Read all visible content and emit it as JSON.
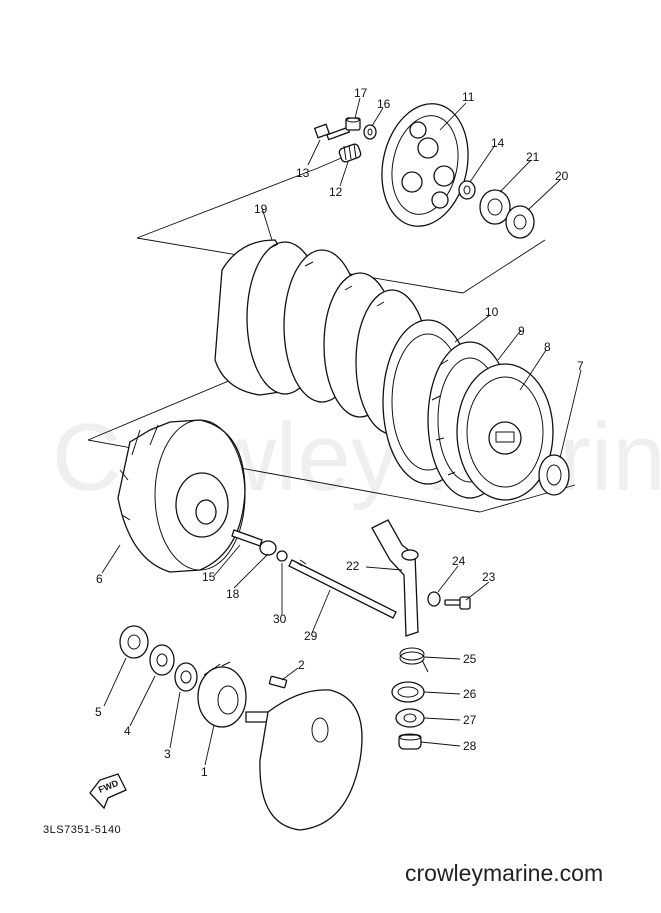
{
  "diagram": {
    "callouts": [
      "1",
      "2",
      "3",
      "4",
      "5",
      "6",
      "7",
      "8",
      "9",
      "10",
      "11",
      "12",
      "13",
      "14",
      "15",
      "16",
      "17",
      "18",
      "19",
      "20",
      "21",
      "22",
      "23",
      "24",
      "25",
      "26",
      "27",
      "28",
      "29",
      "30"
    ],
    "drawing_code": "3LS7351-5140",
    "watermark": "Crowley Marine",
    "site": "crowleymarine.com",
    "fwd_label": "FWD"
  }
}
